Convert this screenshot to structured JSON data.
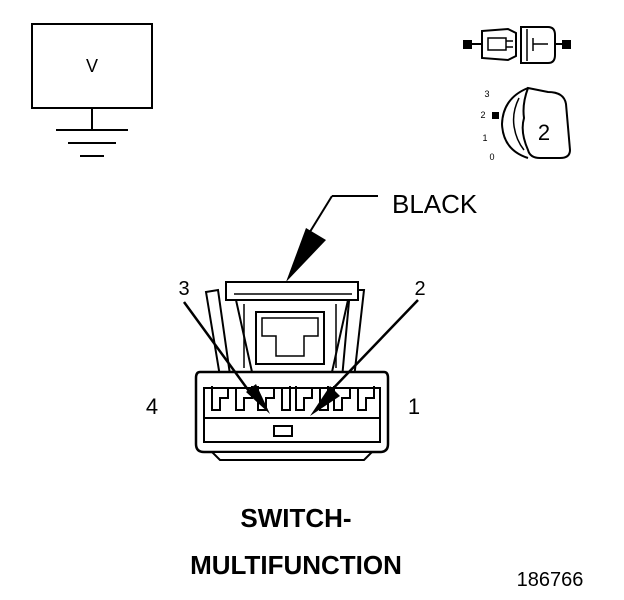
{
  "meter": {
    "label": "V"
  },
  "position_view": {
    "positions": [
      "3",
      "2",
      "1",
      "0"
    ],
    "selected": "2"
  },
  "connector": {
    "color_label": "BLACK",
    "pins": {
      "p1": "1",
      "p2": "2",
      "p3": "3",
      "p4": "4"
    }
  },
  "component": {
    "line1": "SWITCH-",
    "line2": "MULTIFUNCTION"
  },
  "figure_id": "186766"
}
